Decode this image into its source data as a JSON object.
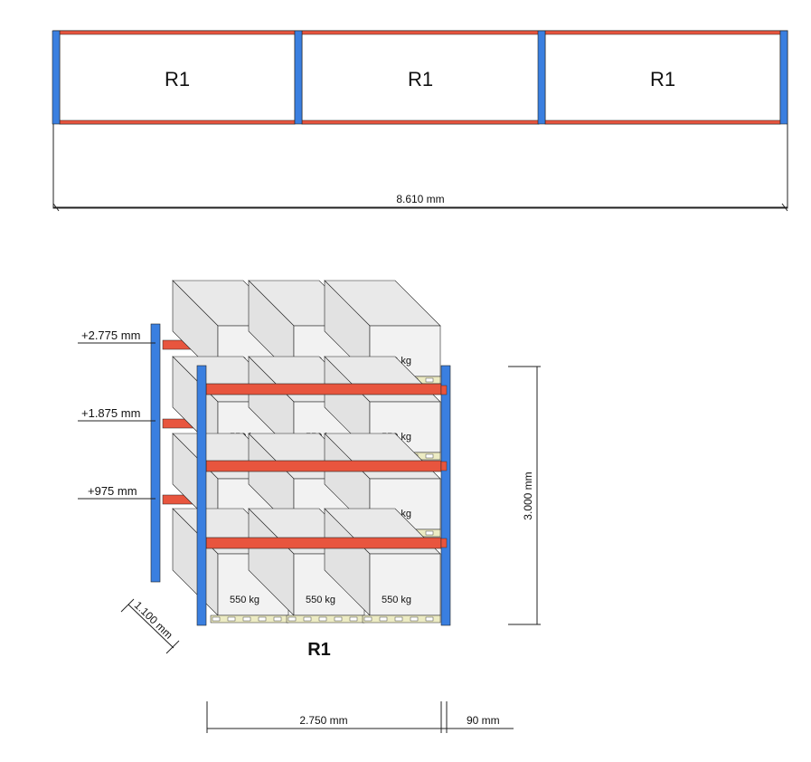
{
  "plan": {
    "bays": [
      {
        "label": "R1"
      },
      {
        "label": "R1"
      },
      {
        "label": "R1"
      }
    ],
    "total_length": "8.610 mm"
  },
  "elevation": {
    "levels": [
      {
        "label": "+2.775 mm"
      },
      {
        "label": "+1.875 mm"
      },
      {
        "label": "+975 mm"
      }
    ],
    "pallet_load": "550 kg",
    "height": "3.000 mm",
    "depth": "1.100 mm",
    "bay_width": "2.750 mm",
    "upright_width": "90 mm",
    "rack_label": "R1"
  },
  "colors": {
    "upright": "#3a7fe0",
    "beam": "#e8553e",
    "pallet": "#ecebc3",
    "box_front": "#f2f2f2",
    "box_top": "#e9e9e9",
    "line": "#222222"
  }
}
